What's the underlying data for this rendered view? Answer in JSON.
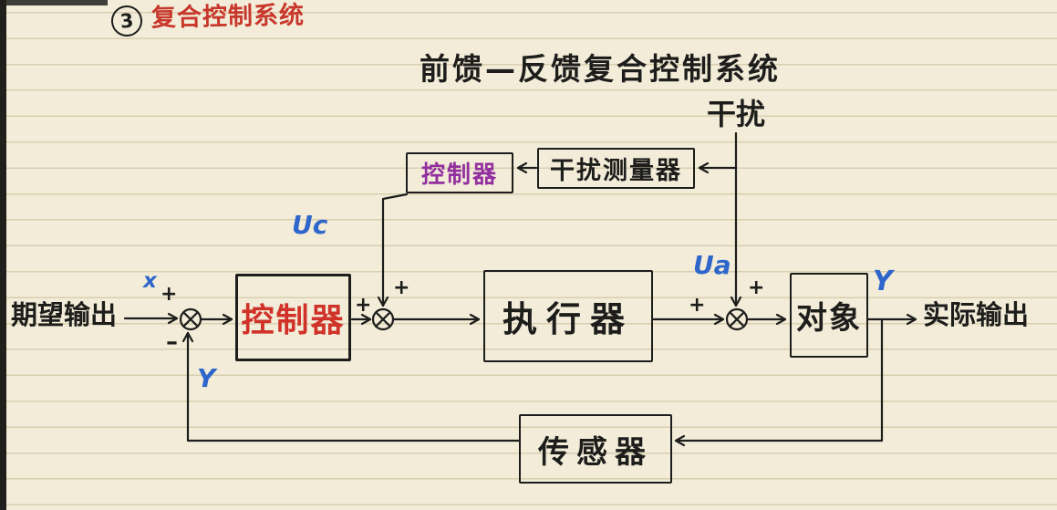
{
  "title": {
    "number": "3",
    "text": "复合控制系统"
  },
  "subtitle": "前馈—反馈复合控制系统",
  "annotations": {
    "disturbance": "干扰",
    "desired_output": "期望输出",
    "actual_output": "实际输出",
    "input_signal": "x",
    "uc_signal": "Uc",
    "ua_signal": "Ua",
    "output_signal": "Y",
    "feedback_signal": "Y",
    "plus": "+",
    "minus": "–"
  },
  "blocks": {
    "feedforward_controller": "控制器",
    "disturbance_meter": "干扰测量器",
    "main_controller": "控制器",
    "actuator": "执行器",
    "plant": "对象",
    "sensor": "传感器"
  },
  "colors": {
    "paper": "#f2ecd9",
    "rule_line": "#d9cfaf",
    "ink": "#1d1d1b",
    "title_red": "#c8372b",
    "controller_red": "#d03229",
    "feedforward_purple": "#93309f",
    "signal_blue": "#2f66cc"
  }
}
